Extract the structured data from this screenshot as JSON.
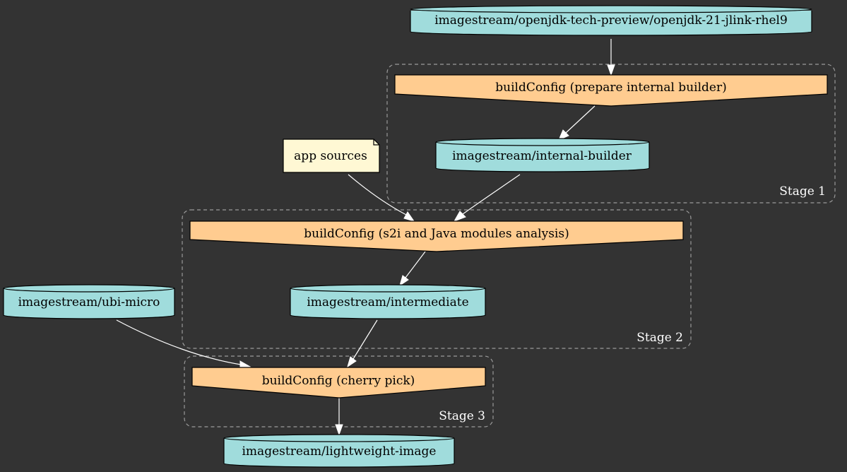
{
  "colors": {
    "background": "#333333",
    "imagestream_fill": "#a0dcdc",
    "buildconfig_fill": "#ffcc90",
    "note_fill": "#fff8d4",
    "edge": "#ffffff",
    "cluster_border": "#9a9a9a"
  },
  "clusters": {
    "stage1": "Stage 1",
    "stage2": "Stage 2",
    "stage3": "Stage 3"
  },
  "nodes": {
    "openjdk": "imagestream/openjdk-tech-preview/openjdk-21-jlink-rhel9",
    "prepare_builder": "buildConfig (prepare internal builder)",
    "internal_builder": "imagestream/internal-builder",
    "app_sources": "app sources",
    "s2i_analysis": "buildConfig (s2i and Java modules analysis)",
    "intermediate": "imagestream/intermediate",
    "ubi_micro": "imagestream/ubi-micro",
    "cherry_pick": "buildConfig (cherry pick)",
    "lightweight": "imagestream/lightweight-image"
  },
  "edges": [
    {
      "from": "openjdk",
      "to": "prepare_builder"
    },
    {
      "from": "prepare_builder",
      "to": "internal_builder"
    },
    {
      "from": "app_sources",
      "to": "s2i_analysis"
    },
    {
      "from": "internal_builder",
      "to": "s2i_analysis"
    },
    {
      "from": "s2i_analysis",
      "to": "intermediate"
    },
    {
      "from": "intermediate",
      "to": "cherry_pick"
    },
    {
      "from": "ubi_micro",
      "to": "cherry_pick"
    },
    {
      "from": "cherry_pick",
      "to": "lightweight"
    }
  ]
}
